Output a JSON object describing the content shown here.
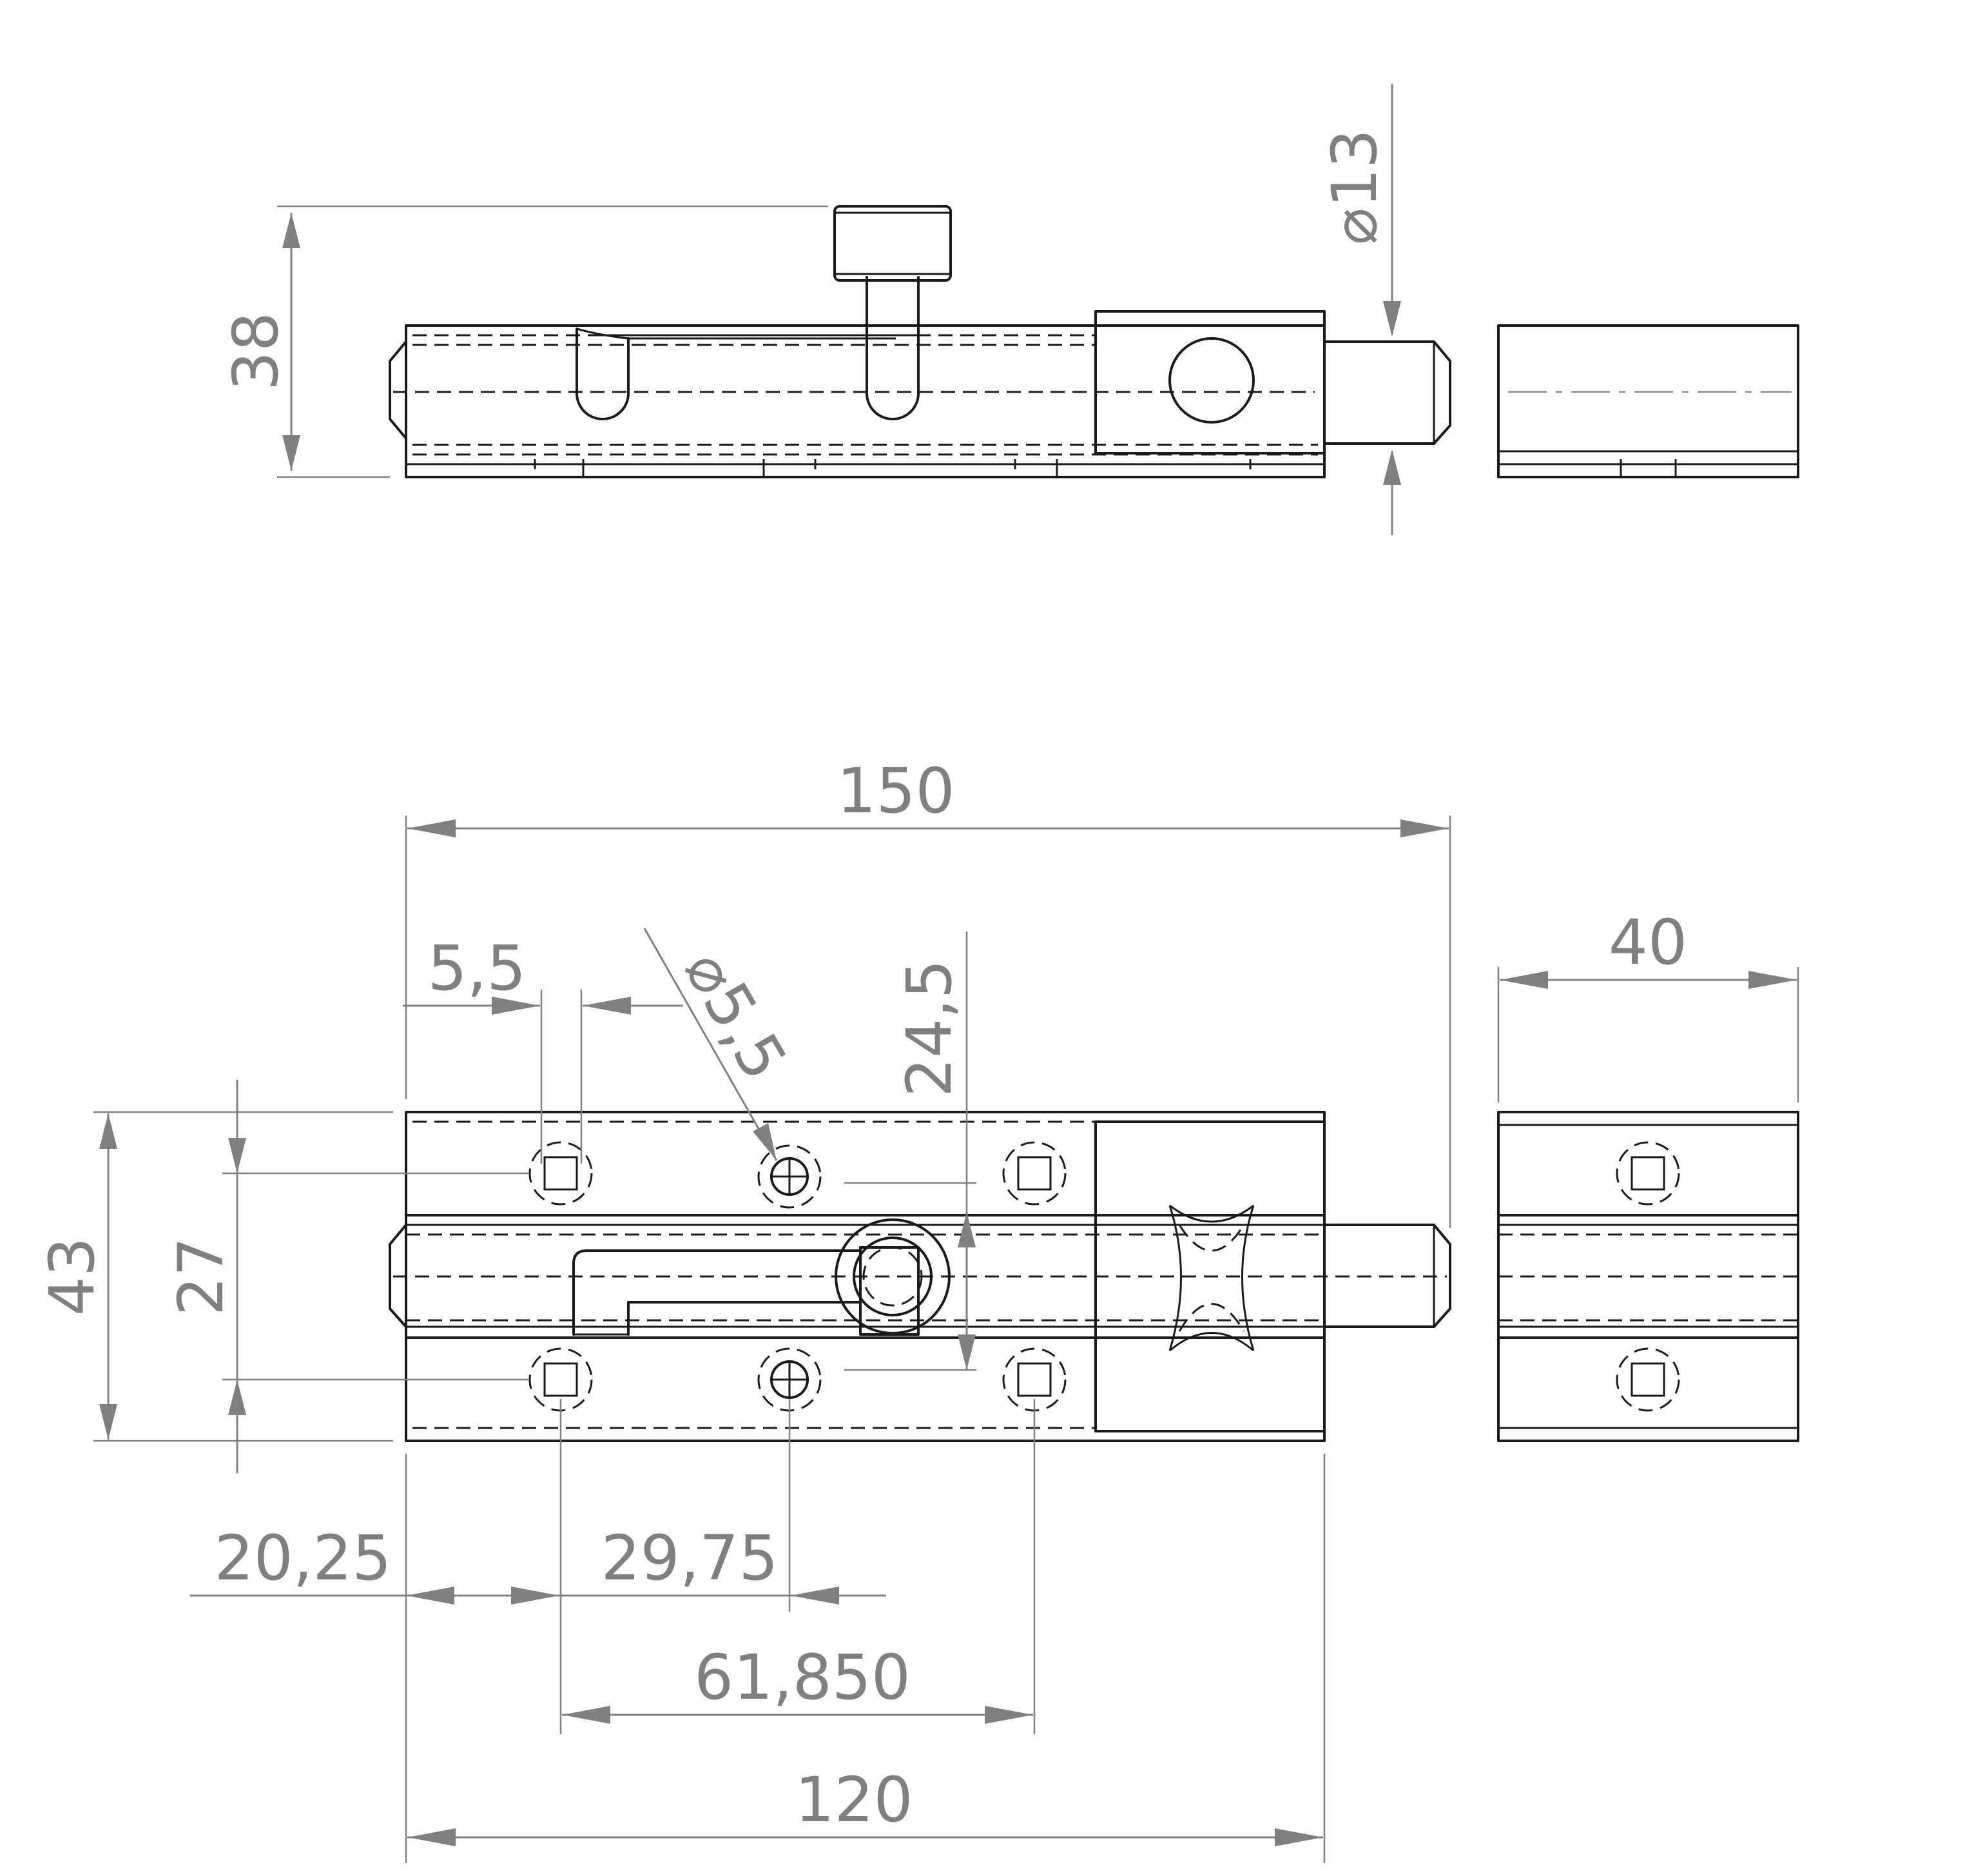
{
  "colors": {
    "part_line": "#1a1a1a",
    "dimension_line": "#808080",
    "background": "#ffffff"
  },
  "dimensions": {
    "top_height": "38",
    "bolt_diameter": "⌀13",
    "overall_length": "150",
    "keeper_width": "40",
    "hole_diameter": "⌀5,5",
    "hole_size": "5,5",
    "knob_offset": "24,5",
    "plate_height": "43",
    "hole_spacing_vertical": "27",
    "first_hole_offset": "20,25",
    "hole_pitch": "29,75",
    "outer_hole_spacing": "61,850",
    "plate_length": "120"
  }
}
